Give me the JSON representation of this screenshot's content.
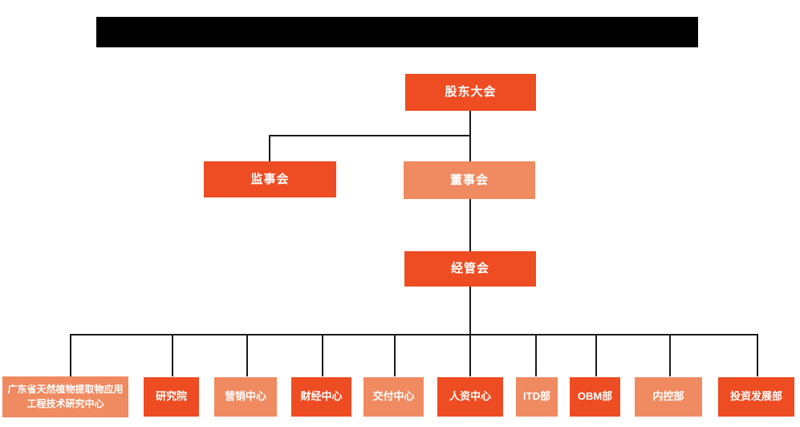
{
  "colors": {
    "box_dark": "#ee4c22",
    "box_light": "#f08a61",
    "connector_line": "#1a1a1a",
    "title_bar": "#000000",
    "box_text": "#ffffff",
    "background": "#ffffff"
  },
  "org": {
    "root": {
      "label": "股东大会"
    },
    "level2": [
      {
        "label": "监事会"
      },
      {
        "label": "董事会"
      }
    ],
    "level3": {
      "label": "经管会"
    },
    "departments": [
      {
        "label": "广东省天然植物提取物应用工程技术研究中心"
      },
      {
        "label": "研究院"
      },
      {
        "label": "营销中心"
      },
      {
        "label": "财经中心"
      },
      {
        "label": "交付中心"
      },
      {
        "label": "人资中心"
      },
      {
        "label": "ITD部"
      },
      {
        "label": "OBM部"
      },
      {
        "label": "内控部"
      },
      {
        "label": "投资发展部"
      }
    ]
  }
}
